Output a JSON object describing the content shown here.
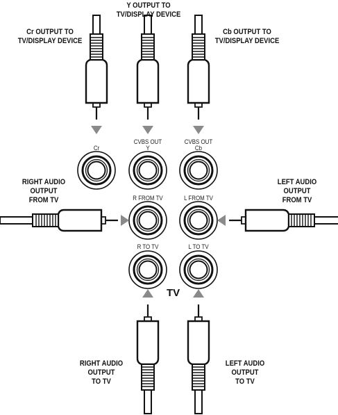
{
  "labels": {
    "y_output": "Y OUTPUT TO\nTV/DISPLAY DEVICE",
    "cr_output": "Cr OUTPUT TO\nTV/DISPLAY DEVICE",
    "cb_output": "Cb OUTPUT TO\nTV/DISPLAY DEVICE",
    "right_audio_from_tv": "RIGHT AUDIO\nOUTPUT\nFROM TV",
    "left_audio_from_tv": "LEFT AUDIO\nOUTPUT\nFROM TV",
    "right_audio_to_tv": "RIGHT AUDIO\nOUTPUT\nTO TV",
    "left_audio_to_tv": "LEFT AUDIO\nOUTPUT\nTO TV",
    "tv": "TV"
  },
  "jacks": {
    "cr": "Cr",
    "cvbs_out_1": "CVBS OUT",
    "y": "Y",
    "cvbs_out_2": "CVBS OUT",
    "cb": "Cb",
    "r_from_tv": "R FROM TV",
    "l_from_tv": "L FROM TV",
    "r_to_tv": "R TO TV",
    "l_to_tv": "L TO TV"
  },
  "colors": {
    "line": "#111111",
    "arrow": "#8a8a8a"
  }
}
